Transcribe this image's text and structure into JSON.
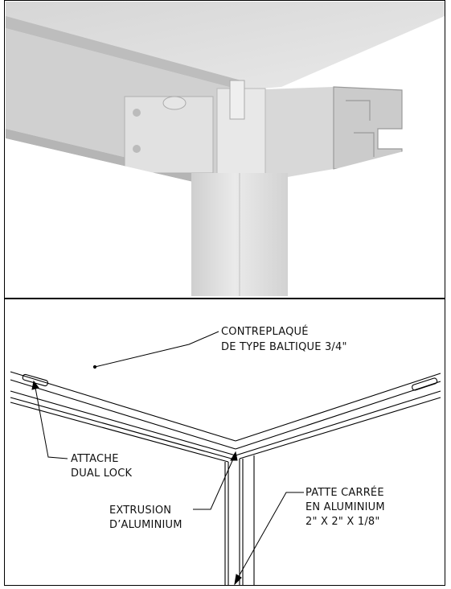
{
  "labels": {
    "plywood_line1": "CONTREPLAQUÉ",
    "plywood_line2": "DE TYPE BALTIQUE 3/4\"",
    "fastener_line1": "ATTACHE",
    "fastener_line2": "DUAL LOCK",
    "extrusion_line1": "EXTRUSION",
    "extrusion_line2": "D’ALUMINIUM",
    "leg_line1": "PATTE CARRÉE",
    "leg_line2": "EN ALUMINIUM",
    "leg_line3": "2\" X 2\" X 1/8\""
  },
  "colors": {
    "line": "#000000",
    "render_background": "#ffffff",
    "metal_light": "#e3e3e3",
    "metal_mid": "#cfcfcf",
    "metal_dark": "#a9a9a9",
    "panel_grey": "#d9d9d9"
  }
}
